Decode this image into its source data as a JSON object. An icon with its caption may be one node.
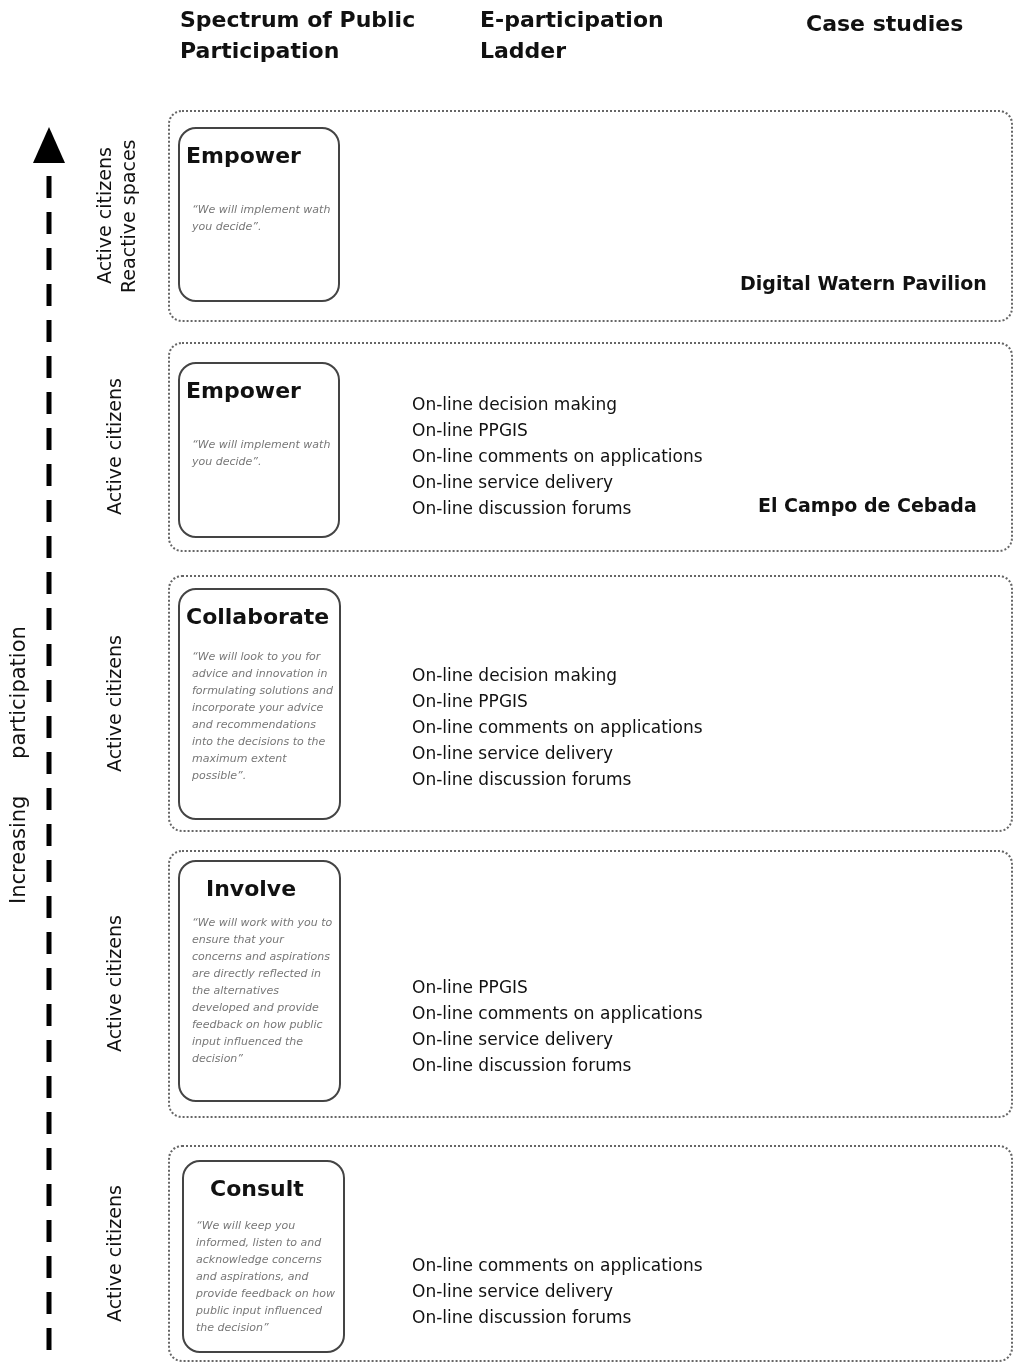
{
  "diagram": {
    "nodes": [
      {
        "text": [
          "Digital Watern Pavilion"
        ],
        "beside": [
          "Active citizens Reactive spaces"
        ]
      },
      {
        "text": [
          "Empower",
          "“We will implement wath you decide”."
        ],
        "in": 0
      },
      {
        "text": [
          "On-line decision making",
          "On-line PPGIS",
          "On-line comments on applications",
          "On-line service delivery",
          "On-line discussion forums",
          "El Campo de Cebada"
        ],
        "beside": [
          "Active citizens"
        ]
      },
      {
        "text": [
          "Empower",
          "“We will implement wath you decide”."
        ],
        "in": 2
      },
      {
        "text": [
          "On-line decision making",
          "On-line PPGIS",
          "On-line comments on applications",
          "On-line service delivery",
          "On-line discussion forums"
        ],
        "beside": [
          "Active citizens"
        ]
      },
      {
        "text": [
          "Collaborate",
          "“We will look to you for advice and innovation in formulating solutions and incorporate your advice and recommendations into the decisions to the maximum extent possible”."
        ],
        "in": 4
      },
      {
        "text": [
          "On-line PPGIS",
          "On-line comments on applications",
          "On-line service delivery",
          "On-line discussion forums"
        ],
        "beside": [
          "Active citizens"
        ]
      },
      {
        "text": [
          "Involve",
          "“We will work with you to ensure that your concerns and aspirations are directly reflected in the alternatives developed and provide feedback on how public input influenced the decision”"
        ],
        "in": 6
      },
      {
        "text": [
          "On-line comments on applications",
          "On-line service delivery",
          "On-line discussion forums"
        ],
        "beside": [
          "Active citizens"
        ]
      },
      {
        "text": [
          "Consult",
          "“We will keep you informed, listen to and acknowledge concerns and aspirations, and provide feedback on how public input influenced the decision”"
        ],
        "in": 8
      }
    ],
    "labels": [
      "Spectrum of Public Participation",
      "E-participation Ladder",
      "Case studies",
      "Increasing participation"
    ]
  }
}
